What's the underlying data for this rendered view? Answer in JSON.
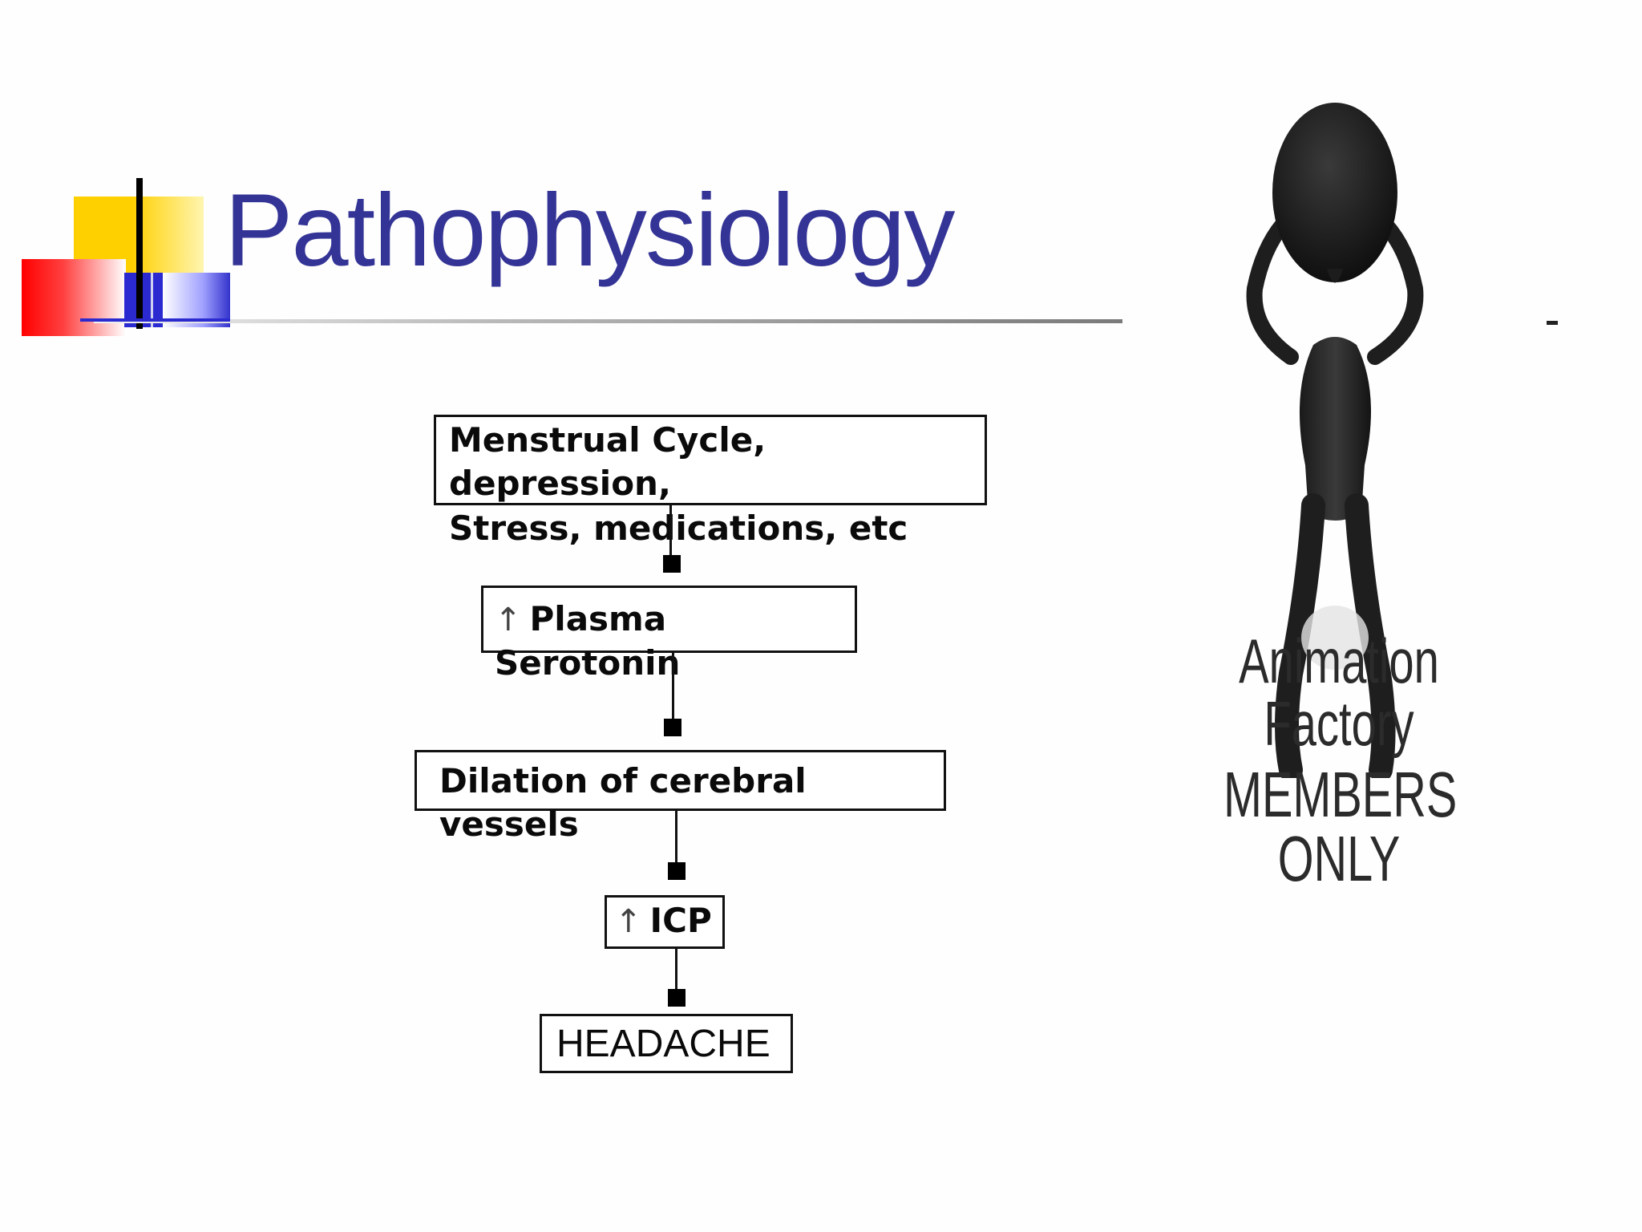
{
  "slide": {
    "title": "Pathophysiology"
  },
  "flowchart": {
    "boxes": [
      {
        "line1": "Menstrual Cycle, depression,",
        "line2": "Stress, medications, etc"
      },
      {
        "arrow": "↑",
        "text": "Plasma Serotonin"
      },
      {
        "text": "Dilation of cerebral vessels"
      },
      {
        "arrow": "↑",
        "text": "ICP"
      },
      {
        "text": "HEADACHE"
      }
    ]
  },
  "image": {
    "watermark_line1": "Animation Factory",
    "watermark_line2": "MEMBERS ONLY"
  }
}
